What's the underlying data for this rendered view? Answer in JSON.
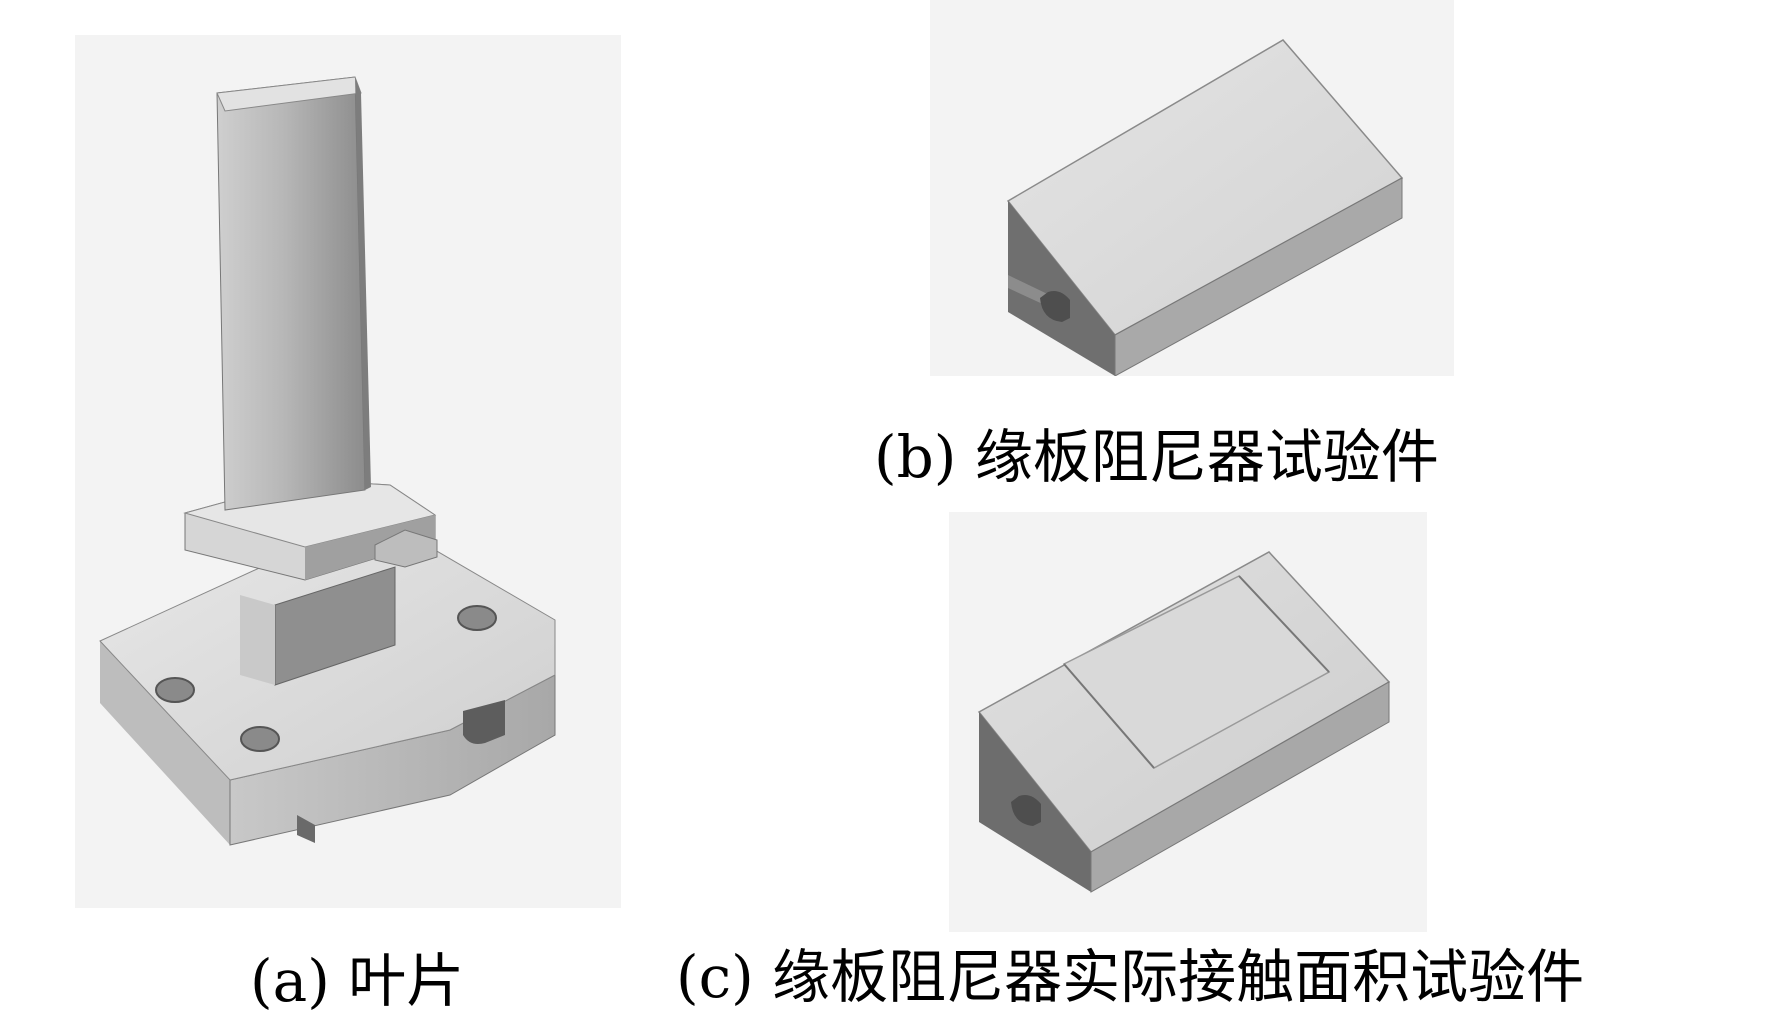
{
  "figure": {
    "panels": [
      {
        "id": "a",
        "caption": "(a) 叶片",
        "icon": "turbine-blade-3d-model"
      },
      {
        "id": "b",
        "caption": "(b) 缘板阻尼器试验件",
        "icon": "platform-damper-specimen-3d-model"
      },
      {
        "id": "c",
        "caption": "(c) 缘板阻尼器实际接触面积试验件",
        "icon": "platform-damper-actual-contact-area-specimen-3d-model"
      }
    ],
    "colors": {
      "panel_background": "#f3f3f3",
      "light_face": "#dddddd",
      "mid_face": "#b9b9b9",
      "dark_face": "#7a7a7a",
      "edge": "#666666"
    }
  }
}
